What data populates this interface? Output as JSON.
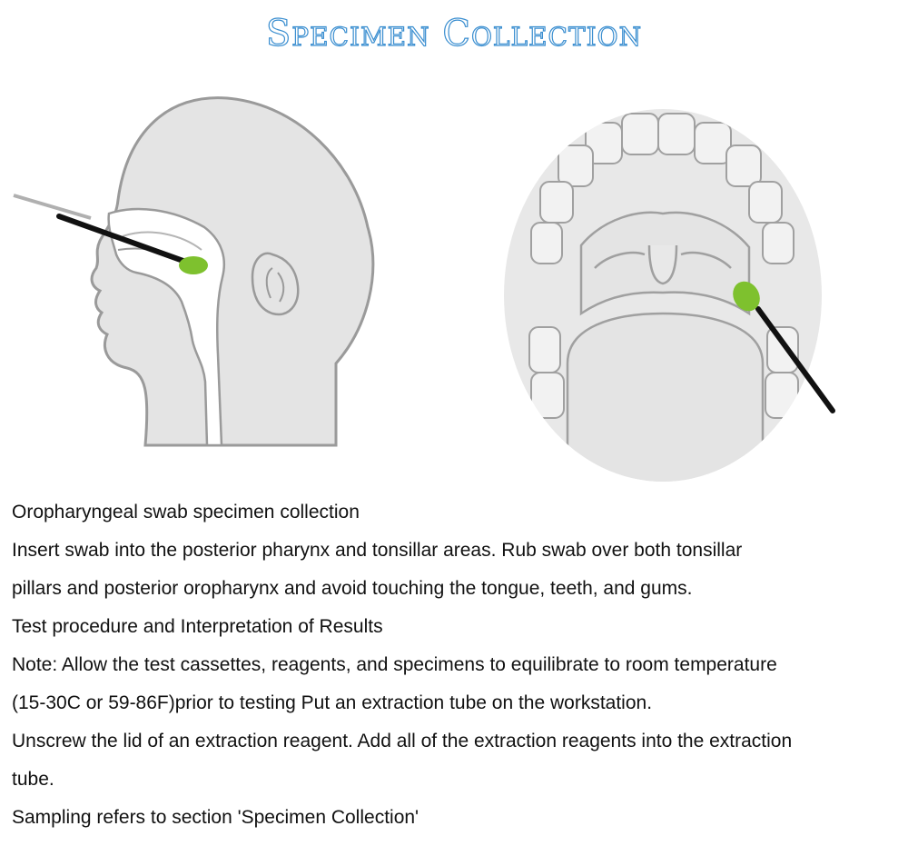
{
  "title": "Specimen Collection",
  "lines": [
    "Oropharyngeal swab specimen collection",
    "Insert swab into the posterior pharynx and tonsillar areas. Rub swab over both tonsillar",
    "pillars and posterior oropharynx and avoid touching the tongue, teeth, and gums.",
    "Test procedure and Interpretation of Results",
    "Note: Allow the test cassettes, reagents, and specimens to equilibrate to room temperature",
    "(15-30C or 59-86F)prior to testing Put an extraction tube on the workstation.",
    "Unscrew the lid of an extraction reagent. Add all of the extraction reagents into the extraction",
    "tube.",
    "Sampling refers to section 'Specimen Collection'"
  ],
  "colors": {
    "title_outline": "#3a8ed0",
    "anatomy_fill": "#e4e4e4",
    "anatomy_stroke": "#9a9a9a",
    "swab_tip": "#7ec12e",
    "swab_shaft": "#111111"
  },
  "figures": {
    "left_icon": "nasopharyngeal-head-profile",
    "right_icon": "oral-cavity-throat-view"
  }
}
